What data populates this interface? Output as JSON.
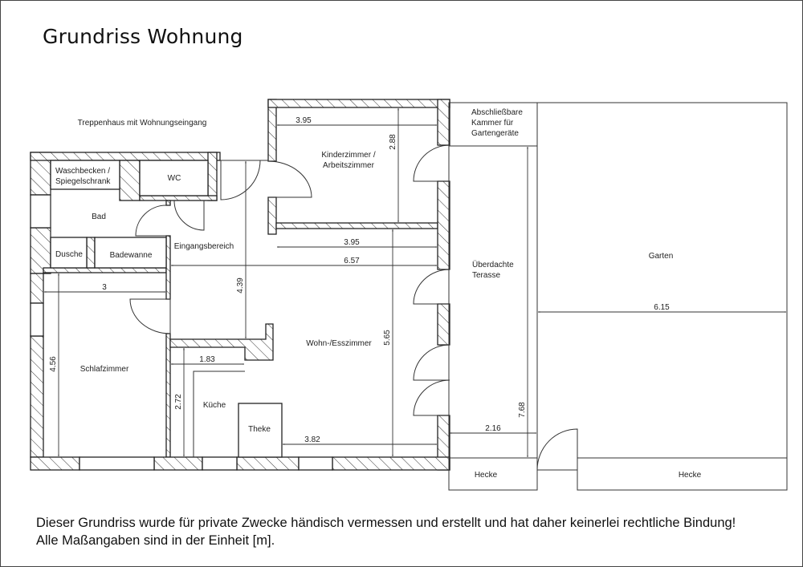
{
  "title": "Grundriss Wohnung",
  "footer": {
    "line1": "Dieser Grundriss wurde für private Zwecke händisch vermessen und erstellt und hat daher keinerlei rechtliche Bindung!",
    "line2": "Alle Maßangaben sind in der Einheit [m]."
  },
  "rooms": {
    "treppenhaus": "Treppenhaus mit Wohnungseingang",
    "waschbecken_1": "Waschbecken /",
    "waschbecken_2": "Spiegelschrank",
    "wc": "WC",
    "bad": "Bad",
    "dusche": "Dusche",
    "badewanne": "Badewanne",
    "eingang": "Eingangsbereich",
    "kinder_1": "Kinderzimmer /",
    "kinder_2": "Arbeitszimmer",
    "wohn": "Wohn-/Esszimmer",
    "schlaf": "Schlafzimmer",
    "kueche": "Küche",
    "theke": "Theke",
    "kammer_1": "Abschließbare",
    "kammer_2": "Kammer für",
    "kammer_3": "Gartengeräte",
    "terrasse_1": "Überdachte",
    "terrasse_2": "Terasse",
    "garten": "Garten",
    "hecke_left": "Hecke",
    "hecke_right": "Hecke"
  },
  "dimensions": {
    "kinder_width": "3.95",
    "kinder_depth": "2.88",
    "wohn_width_top": "3.95",
    "flur_wohn_width": "6.57",
    "eingang_depth": "4.39",
    "wohn_depth": "5.65",
    "schlaf_width": "3",
    "schlaf_depth": "4.56",
    "kueche_width": "1.83",
    "kueche_depth": "2.72",
    "wohn_width_bottom": "3.82",
    "terrasse_depth": "7.68",
    "terrasse_width": "2.16",
    "garten_width": "6.15"
  }
}
